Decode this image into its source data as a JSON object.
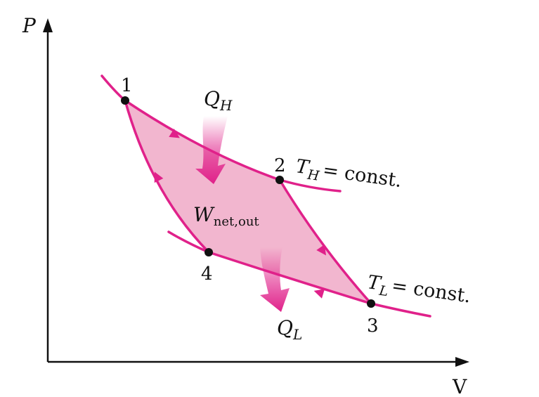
{
  "axes": {
    "y_label": "P",
    "x_label": "V"
  },
  "states": [
    {
      "label": "1"
    },
    {
      "label": "2"
    },
    {
      "label": "3"
    },
    {
      "label": "4"
    }
  ],
  "isotherm_high": {
    "symbol": "T",
    "subscript": "H",
    "suffix": "= const."
  },
  "isotherm_low": {
    "symbol": "T",
    "subscript": "L",
    "suffix": "= const."
  },
  "heat_in": {
    "symbol": "Q",
    "subscript": "H"
  },
  "heat_out": {
    "symbol": "Q",
    "subscript": "L"
  },
  "net_work": {
    "symbol": "W",
    "subscript": "net,out"
  },
  "colors": {
    "curve": "#e0218a",
    "fill": "#f2b6cf",
    "axis": "#111111",
    "point": "#111111"
  }
}
